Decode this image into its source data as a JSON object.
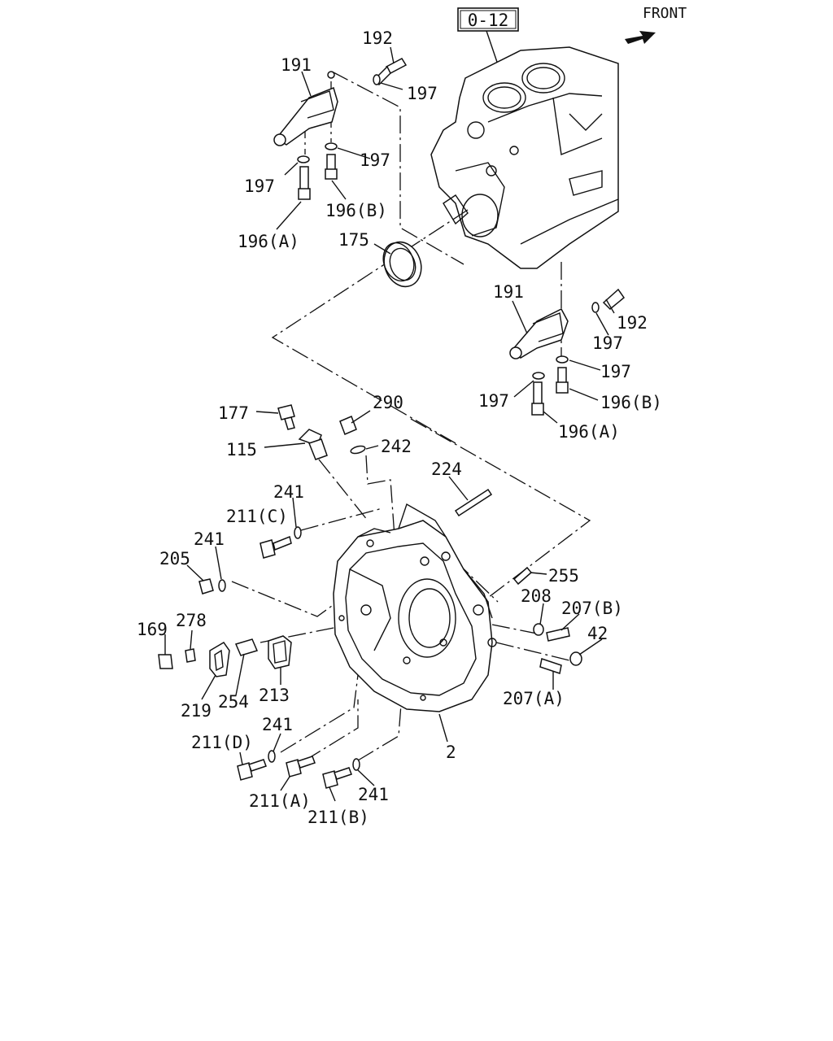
{
  "reference_box": "0-12",
  "direction": {
    "label": "FRONT",
    "icon": "arrow-icon"
  },
  "labels": {
    "p191_top": "191",
    "p192_top": "192",
    "p197_top_a": "197",
    "p197_top_b": "197",
    "p197_top_c": "197",
    "p196b_top": "196(B)",
    "p196a_top": "196(A)",
    "p175": "175",
    "p191_right": "191",
    "p192_right": "192",
    "p197_right_a": "197",
    "p197_right_b": "197",
    "p197_right_c": "197",
    "p196b_right": "196(B)",
    "p196a_right": "196(A)",
    "p290": "290",
    "p177": "177",
    "p115": "115",
    "p242": "242",
    "p224": "224",
    "p241_a": "241",
    "p211c": "211(C)",
    "p241_b": "241",
    "p205": "205",
    "p255": "255",
    "p208": "208",
    "p207b": "207(B)",
    "p42": "42",
    "p169": "169",
    "p278": "278",
    "p219": "219",
    "p254": "254",
    "p213": "213",
    "p207a": "207(A)",
    "p2": "2",
    "p241_c": "241",
    "p211d": "211(D)",
    "p211a": "211(A)",
    "p211b": "211(B)",
    "p241_d": "241"
  }
}
